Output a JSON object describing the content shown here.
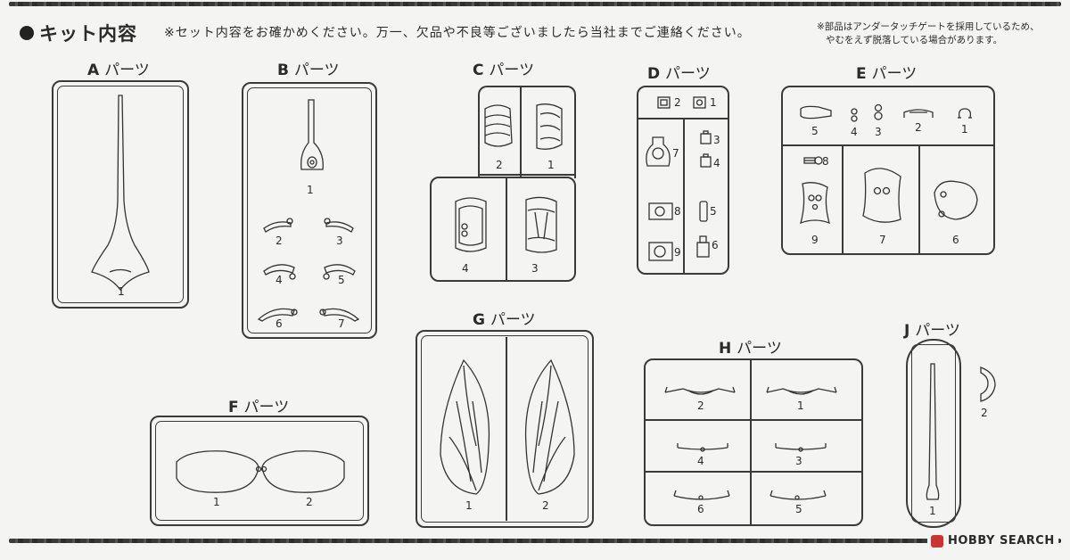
{
  "header": {
    "title": "キット内容",
    "notice": "※セット内容をお確かめください。万一、欠品や不良等ございましたら当社までご連絡ください。",
    "side_note_line1": "※部品はアンダータッチゲートを採用しているため、",
    "side_note_line2": "やむをえず脱落している場合があります。"
  },
  "parts": {
    "suffix": "パーツ",
    "A": {
      "letter": "A",
      "labels": [
        "1"
      ]
    },
    "B": {
      "letter": "B",
      "labels": [
        "1",
        "2",
        "3",
        "4",
        "5",
        "6",
        "7"
      ]
    },
    "C": {
      "letter": "C",
      "labels": [
        "2",
        "1",
        "4",
        "3"
      ]
    },
    "D": {
      "letter": "D",
      "labels": [
        "2",
        "1",
        "7",
        "3",
        "4",
        "8",
        "5",
        "9",
        "6"
      ]
    },
    "E": {
      "letter": "E",
      "labels": [
        "5",
        "4",
        "3",
        "2",
        "1",
        "8",
        "9",
        "7",
        "6"
      ]
    },
    "F": {
      "letter": "F",
      "labels": [
        "1",
        "2"
      ]
    },
    "G": {
      "letter": "G",
      "labels": [
        "1",
        "2"
      ]
    },
    "H": {
      "letter": "H",
      "labels": [
        "2",
        "1",
        "4",
        "3",
        "6",
        "5"
      ]
    },
    "J": {
      "letter": "J",
      "labels": [
        "1",
        "2"
      ]
    }
  },
  "watermark": {
    "text": "HOBBY SEARCH",
    "icon": "hobby-search-logo-icon"
  }
}
